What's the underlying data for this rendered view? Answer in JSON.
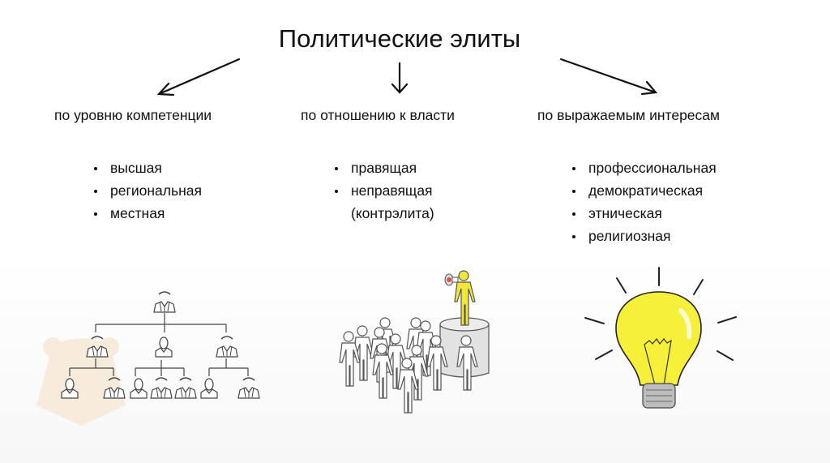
{
  "title": "Политические элиты",
  "columns": [
    {
      "heading": "по уровню компетенции",
      "items": [
        "высшая",
        "региональная",
        "местная"
      ]
    },
    {
      "heading": "по отношению к власти",
      "items": [
        "правящая",
        "неправящая",
        "(контрэлита)"
      ]
    },
    {
      "heading": "по выражаемым интересам",
      "items": [
        "профессиональная",
        "демократическая",
        "этническая",
        "религиозная"
      ]
    }
  ],
  "colors": {
    "text": "#111111",
    "bulb": "#f7f03a",
    "leader": "#f2e63a",
    "megaphone": "#d9534f",
    "watermark": "#f6ead8"
  }
}
